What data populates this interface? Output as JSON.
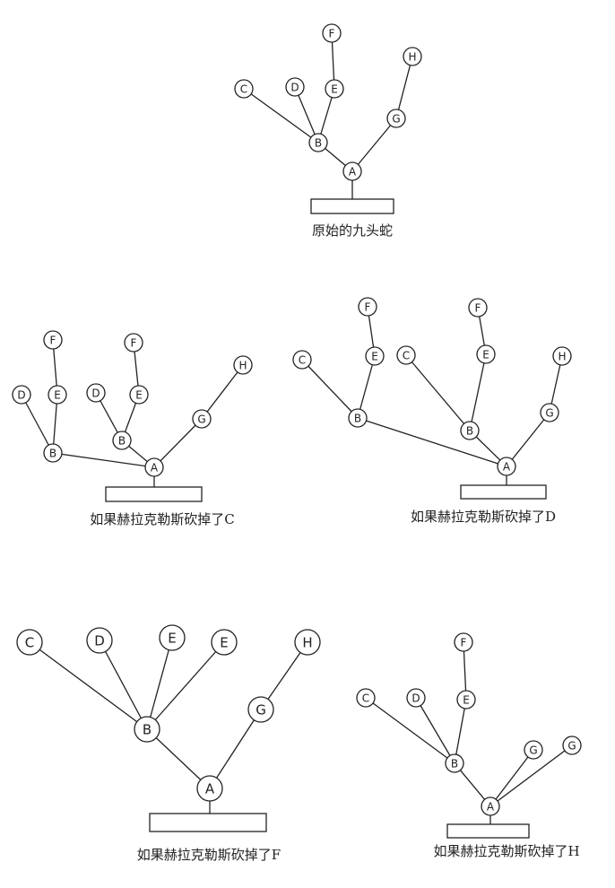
{
  "diagrams": [
    {
      "caption": "原始的九头蛇",
      "nodes": [
        {
          "id": "A",
          "label": "A"
        },
        {
          "id": "B",
          "label": "B"
        },
        {
          "id": "C",
          "label": "C"
        },
        {
          "id": "D",
          "label": "D"
        },
        {
          "id": "E",
          "label": "E"
        },
        {
          "id": "F",
          "label": "F"
        },
        {
          "id": "G",
          "label": "G"
        },
        {
          "id": "H",
          "label": "H"
        }
      ],
      "edges": [
        [
          "A",
          "B"
        ],
        [
          "B",
          "C"
        ],
        [
          "B",
          "D"
        ],
        [
          "B",
          "E"
        ],
        [
          "E",
          "F"
        ],
        [
          "A",
          "G"
        ],
        [
          "G",
          "H"
        ]
      ]
    },
    {
      "caption": "如果赫拉克勒斯砍掉了C",
      "nodes": [
        {
          "id": "A",
          "label": "A"
        },
        {
          "id": "B1",
          "label": "B"
        },
        {
          "id": "D1",
          "label": "D"
        },
        {
          "id": "E1",
          "label": "E"
        },
        {
          "id": "F1",
          "label": "F"
        },
        {
          "id": "B2",
          "label": "B"
        },
        {
          "id": "D2",
          "label": "D"
        },
        {
          "id": "E2",
          "label": "E"
        },
        {
          "id": "F2",
          "label": "F"
        },
        {
          "id": "G",
          "label": "G"
        },
        {
          "id": "H",
          "label": "H"
        }
      ],
      "edges": [
        [
          "A",
          "B1"
        ],
        [
          "B1",
          "D1"
        ],
        [
          "B1",
          "E1"
        ],
        [
          "E1",
          "F1"
        ],
        [
          "A",
          "B2"
        ],
        [
          "B2",
          "D2"
        ],
        [
          "B2",
          "E2"
        ],
        [
          "E2",
          "F2"
        ],
        [
          "A",
          "G"
        ],
        [
          "G",
          "H"
        ]
      ]
    },
    {
      "caption": "如果赫拉克勒斯砍掉了D",
      "nodes": [
        {
          "id": "A",
          "label": "A"
        },
        {
          "id": "B1",
          "label": "B"
        },
        {
          "id": "C1",
          "label": "C"
        },
        {
          "id": "E1",
          "label": "E"
        },
        {
          "id": "F1",
          "label": "F"
        },
        {
          "id": "B2",
          "label": "B"
        },
        {
          "id": "C2",
          "label": "C"
        },
        {
          "id": "E2",
          "label": "E"
        },
        {
          "id": "F2",
          "label": "F"
        },
        {
          "id": "G",
          "label": "G"
        },
        {
          "id": "H",
          "label": "H"
        }
      ],
      "edges": [
        [
          "A",
          "B1"
        ],
        [
          "B1",
          "C1"
        ],
        [
          "B1",
          "E1"
        ],
        [
          "E1",
          "F1"
        ],
        [
          "A",
          "B2"
        ],
        [
          "B2",
          "C2"
        ],
        [
          "B2",
          "E2"
        ],
        [
          "E2",
          "F2"
        ],
        [
          "A",
          "G"
        ],
        [
          "G",
          "H"
        ]
      ]
    },
    {
      "caption": "如果赫拉克勒斯砍掉了F",
      "nodes": [
        {
          "id": "A",
          "label": "A"
        },
        {
          "id": "B",
          "label": "B"
        },
        {
          "id": "C",
          "label": "C"
        },
        {
          "id": "D",
          "label": "D"
        },
        {
          "id": "E1",
          "label": "E"
        },
        {
          "id": "E2",
          "label": "E"
        },
        {
          "id": "G",
          "label": "G"
        },
        {
          "id": "H",
          "label": "H"
        }
      ],
      "edges": [
        [
          "A",
          "B"
        ],
        [
          "B",
          "C"
        ],
        [
          "B",
          "D"
        ],
        [
          "B",
          "E1"
        ],
        [
          "B",
          "E2"
        ],
        [
          "A",
          "G"
        ],
        [
          "G",
          "H"
        ]
      ]
    },
    {
      "caption": "如果赫拉克勒斯砍掉了H",
      "nodes": [
        {
          "id": "A",
          "label": "A"
        },
        {
          "id": "B",
          "label": "B"
        },
        {
          "id": "C",
          "label": "C"
        },
        {
          "id": "D",
          "label": "D"
        },
        {
          "id": "E",
          "label": "E"
        },
        {
          "id": "F",
          "label": "F"
        },
        {
          "id": "G1",
          "label": "G"
        },
        {
          "id": "G2",
          "label": "G"
        }
      ],
      "edges": [
        [
          "A",
          "B"
        ],
        [
          "B",
          "C"
        ],
        [
          "B",
          "D"
        ],
        [
          "B",
          "E"
        ],
        [
          "E",
          "F"
        ],
        [
          "A",
          "G1"
        ],
        [
          "A",
          "G2"
        ]
      ]
    }
  ]
}
